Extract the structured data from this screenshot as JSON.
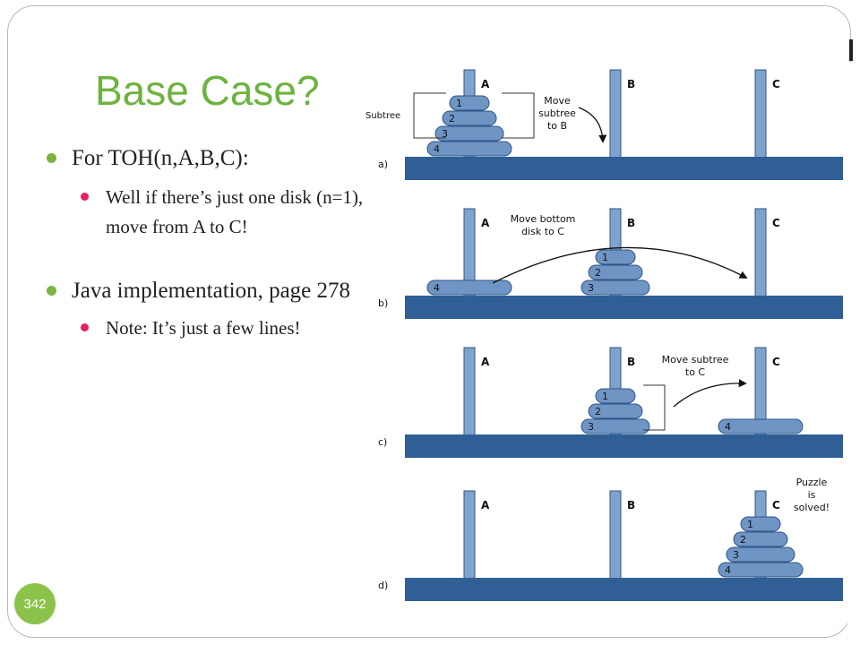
{
  "slide": {
    "title": "Base Case?",
    "page_number": "342"
  },
  "bullets": {
    "b1": "For TOH(n,A,B,C):",
    "b1_sub": "Well if there’s just one disk (n=1), move from A to C!",
    "b2": "Java implementation, page 278",
    "b2_sub": "Note: It’s just a few lines!"
  },
  "figure": {
    "peg_labels": [
      "A",
      "B",
      "C"
    ],
    "panels": [
      {
        "label": "a)",
        "annotation": "Move subtree to B",
        "side_label": "Subtree"
      },
      {
        "label": "b)",
        "annotation": "Move bottom disk to C"
      },
      {
        "label": "c)",
        "annotation": "Move subtree to C"
      },
      {
        "label": "d)",
        "annotation": "Puzzle is solved!"
      }
    ],
    "disk_labels": [
      "1",
      "2",
      "3",
      "4"
    ],
    "colors": {
      "base": "#2f5f95",
      "peg": "#7fa3cc",
      "disk": "#6f95c4",
      "disk_dark": "#2f5587"
    }
  }
}
